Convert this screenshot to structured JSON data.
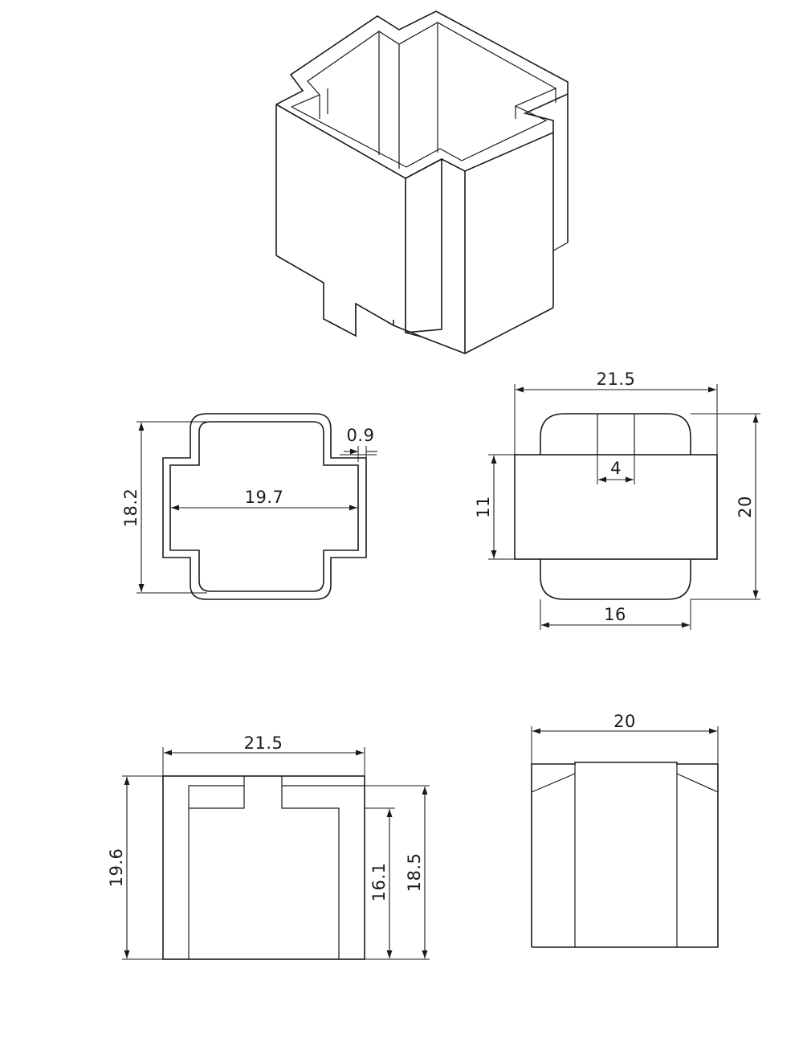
{
  "dimensions": {
    "top_view": {
      "height": "18.2",
      "width": "19.7",
      "wall": "0.9"
    },
    "side_view": {
      "width": "21.5",
      "height": "20",
      "center": "11",
      "slot": "4",
      "bottom": "16"
    },
    "front_view": {
      "width": "21.5",
      "height": "19.6",
      "inner": "16.1",
      "mid": "18.5"
    },
    "end_view": {
      "width": "20"
    }
  }
}
